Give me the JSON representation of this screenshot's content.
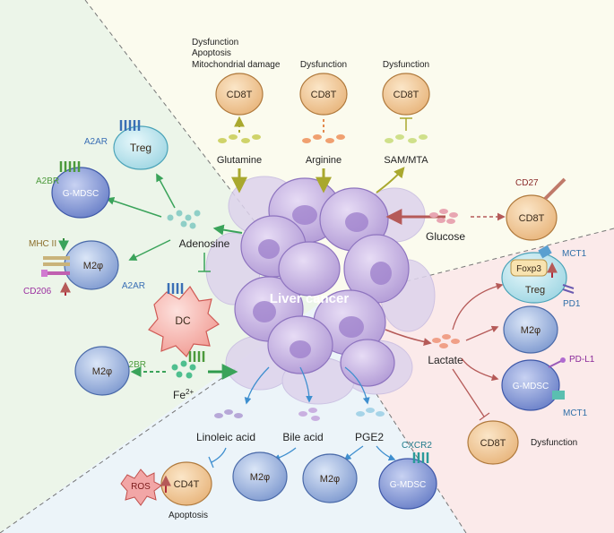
{
  "center": {
    "label": "Liver cancer"
  },
  "top": {
    "glutamine": {
      "metabolite": "Glutamine",
      "cell": "CD8T",
      "effects": [
        "Dysfunction",
        "Apoptosis",
        "Mitochondrial damage"
      ]
    },
    "arginine": {
      "metabolite": "Arginine",
      "cell": "CD8T",
      "effect": "Dysfunction"
    },
    "sam": {
      "metabolite": "SAM/MTA",
      "cell": "CD8T",
      "effect": "Dysfunction"
    }
  },
  "left": {
    "adenosine": "Adenosine",
    "treg": {
      "cell": "Treg",
      "receptor": "A2AR"
    },
    "gmdsc": {
      "cell": "G-MDSC",
      "receptor": "A2BR"
    },
    "m2": {
      "cell": "M2φ",
      "mhc": "MHC II",
      "cd206": "CD206"
    },
    "dc": {
      "cell": "DC",
      "a2ar": "A2AR",
      "a2br": "A2BR"
    },
    "iron": {
      "metabolite": "Fe",
      "superscript": "2+",
      "cell": "M2φ"
    }
  },
  "right": {
    "glucose": {
      "metabolite": "Glucose",
      "cell": "CD8T",
      "marker": "CD27"
    },
    "lactate": {
      "metabolite": "Lactate",
      "treg": {
        "cell": "Treg",
        "foxp3": "Foxp3",
        "mct1": "MCT1",
        "pd1": "PD1"
      },
      "m2": "M2φ",
      "gmdsc": {
        "cell": "G-MDSC",
        "pdl1": "PD-L1",
        "mct1": "MCT1"
      },
      "cd8": {
        "cell": "CD8T",
        "effect": "Dysfunction"
      }
    }
  },
  "bottom": {
    "linoleic": {
      "metabolite": "Linoleic acid",
      "cell": "CD4T",
      "ros": "ROS",
      "effect": "Apoptosis"
    },
    "bile": {
      "metabolite": "Bile acid",
      "cell": "M2φ"
    },
    "pge2": {
      "metabolite": "PGE2",
      "m2": "M2φ",
      "gmdsc": "G-MDSC",
      "receptor": "CXCR2"
    }
  },
  "colors": {
    "bg_left": "#ecf5e9",
    "bg_top": "#fbfbee",
    "bg_right": "#fbeaea",
    "bg_bottom": "#ecf4f9",
    "tumor": "#b49ad8",
    "cd8": "#f1cfa3",
    "treg": "#bfe6ee",
    "mdsc": "#8fa2dc",
    "m2": "#9cb4df",
    "dc": "#f6b7b1",
    "green_arrow": "#3aa35a",
    "olive_arrow": "#a9a82e",
    "red_arrow": "#b55a58",
    "blue_arrow": "#3f8fcf"
  }
}
